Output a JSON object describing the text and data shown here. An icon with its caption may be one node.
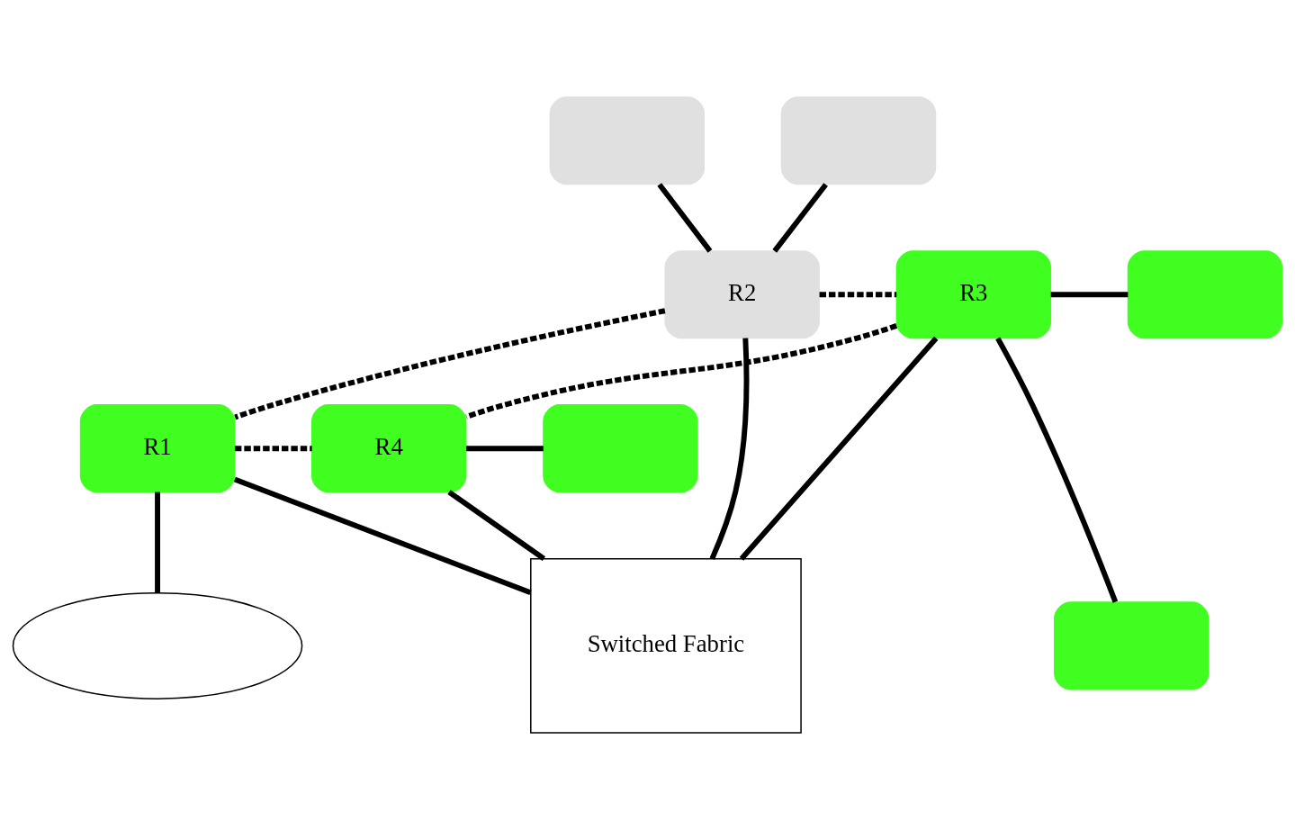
{
  "diagram": {
    "nodes": [
      {
        "text": [],
        "shape": "oval"
      },
      {
        "text": [],
        "shape": "oval"
      },
      {
        "text": [
          "R2"
        ]
      },
      {
        "text": [
          "R3"
        ]
      },
      {
        "text": [],
        "shape": "oval"
      },
      {
        "text": [],
        "shape": "oval"
      },
      {
        "text": [
          "Switched Fabric"
        ]
      },
      {
        "text": [
          "R1"
        ]
      },
      {
        "text": [
          "R4"
        ]
      },
      {
        "text": [],
        "shape": "oval"
      },
      {
        "text": [],
        "shape": "ellipse"
      }
    ],
    "edges": [
      {
        "from": 0,
        "to": 2,
        "arrow": "none"
      },
      {
        "from": 1,
        "to": 2,
        "arrow": "none"
      },
      {
        "from": 2,
        "to": 3,
        "arrow": "none",
        "style": "dashed"
      },
      {
        "from": 2,
        "to": 6,
        "arrow": "none"
      },
      {
        "from": 3,
        "to": 4,
        "arrow": "none"
      },
      {
        "from": 3,
        "to": 5,
        "arrow": "none"
      },
      {
        "from": 3,
        "to": 6,
        "arrow": "none"
      },
      {
        "from": 2,
        "to": 7,
        "arrow": "none",
        "style": "dashed"
      },
      {
        "from": 3,
        "to": 8,
        "arrow": "none",
        "style": "dashed"
      },
      {
        "from": 7,
        "to": 6,
        "arrow": "none"
      },
      {
        "from": 8,
        "to": 6,
        "arrow": "none"
      },
      {
        "from": 7,
        "to": 8,
        "arrow": "none",
        "style": "dashed"
      },
      {
        "from": 8,
        "to": 9,
        "arrow": "none"
      },
      {
        "from": 7,
        "to": 10,
        "arrow": "none"
      }
    ]
  }
}
